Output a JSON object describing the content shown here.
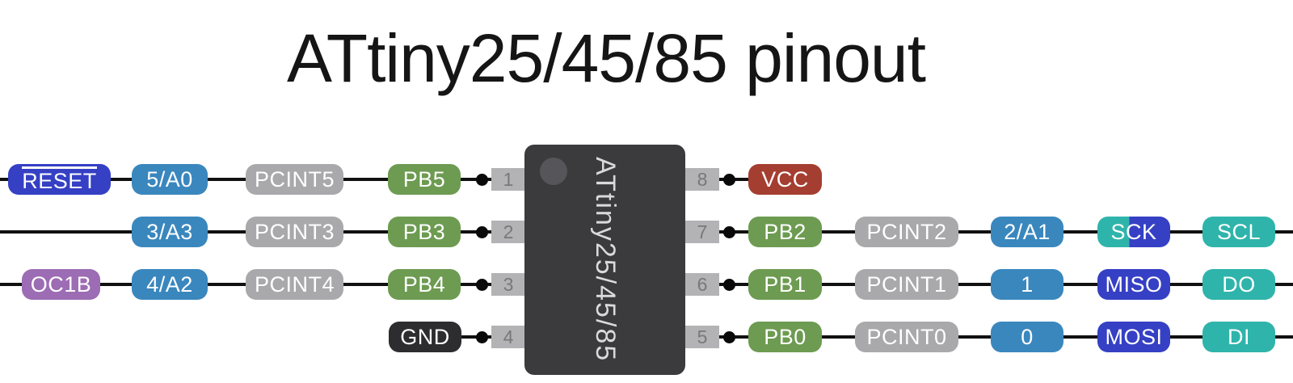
{
  "title": "ATtiny25/45/85 pinout",
  "chip": {
    "label": "ATtiny25/45/85"
  },
  "colors": {
    "digital_analog_blue": "#3a87be",
    "special_dark_blue": "#3540c4",
    "usi_i2c_teal": "#2fb4ab",
    "port_green": "#6d9b51",
    "pcint_gray": "#a9a9ab",
    "power_red": "#a43e31",
    "pwm_purple": "#9c6cb4",
    "ground_black": "#2d2d2f",
    "chip_body": "#3b3b3d",
    "pin_tab": "#b3b3b5",
    "wire": "#111111"
  },
  "rows": [
    {
      "pin_left": "1",
      "pin_right": "8",
      "left": [
        {
          "label": "RESET",
          "color": "darkblue",
          "overline": true
        },
        {
          "label": "5/A0",
          "color": "blue"
        },
        {
          "label": "PCINT5",
          "color": "gray"
        },
        {
          "label": "PB5",
          "color": "green"
        }
      ],
      "right": [
        {
          "label": "VCC",
          "color": "red"
        }
      ]
    },
    {
      "pin_left": "2",
      "pin_right": "7",
      "left": [
        {
          "label": "3/A3",
          "color": "blue"
        },
        {
          "label": "PCINT3",
          "color": "gray"
        },
        {
          "label": "PB3",
          "color": "green"
        }
      ],
      "right": [
        {
          "label": "PB2",
          "color": "green"
        },
        {
          "label": "PCINT2",
          "color": "gray"
        },
        {
          "label": "2/A1",
          "color": "blue"
        },
        {
          "label": "SCK",
          "color": "teal+darkblue"
        },
        {
          "label": "SCL",
          "color": "teal"
        }
      ]
    },
    {
      "pin_left": "3",
      "pin_right": "6",
      "left": [
        {
          "label": "OC1B",
          "color": "purple"
        },
        {
          "label": "4/A2",
          "color": "blue"
        },
        {
          "label": "PCINT4",
          "color": "gray"
        },
        {
          "label": "PB4",
          "color": "green"
        }
      ],
      "right": [
        {
          "label": "PB1",
          "color": "green"
        },
        {
          "label": "PCINT1",
          "color": "gray"
        },
        {
          "label": "1",
          "color": "blue"
        },
        {
          "label": "MISO",
          "color": "darkblue"
        },
        {
          "label": "DO",
          "color": "teal"
        }
      ]
    },
    {
      "pin_left": "4",
      "pin_right": "5",
      "left": [
        {
          "label": "GND",
          "color": "black"
        }
      ],
      "right": [
        {
          "label": "PB0",
          "color": "green"
        },
        {
          "label": "PCINT0",
          "color": "gray"
        },
        {
          "label": "0",
          "color": "blue"
        },
        {
          "label": "MOSI",
          "color": "darkblue"
        },
        {
          "label": "DI",
          "color": "teal"
        }
      ]
    }
  ]
}
